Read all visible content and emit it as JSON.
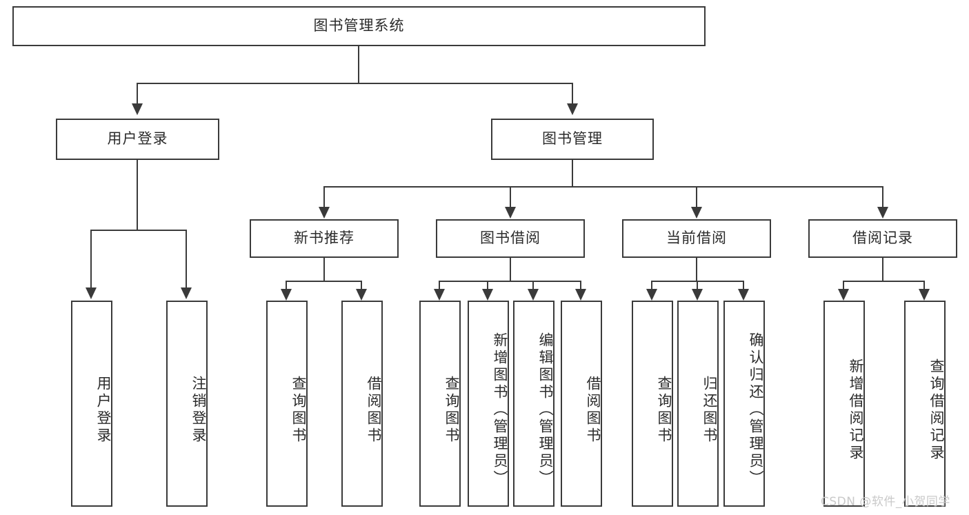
{
  "diagram": {
    "title": "图书管理系统",
    "type": "tree-hierarchy",
    "watermark": "CSDN @软件_小贺同学",
    "colors": {
      "stroke": "#3a3a3a",
      "fill": "#ffffff",
      "text": "#2b2b2b",
      "watermark": "#c9c9c9"
    },
    "nodes": {
      "root": {
        "label": "图书管理系统"
      },
      "level2": [
        {
          "label": "用户登录"
        },
        {
          "label": "图书管理"
        }
      ],
      "level3": [
        {
          "label": "新书推荐"
        },
        {
          "label": "图书借阅"
        },
        {
          "label": "当前借阅"
        },
        {
          "label": "借阅记录"
        }
      ],
      "leaves": {
        "user_login": [
          {
            "label": "用户登录"
          },
          {
            "label": "注销登录"
          }
        ],
        "new_book_recommend": [
          {
            "label": "查询图书"
          },
          {
            "label": "借阅图书"
          }
        ],
        "book_borrow": [
          {
            "label": "查询图书"
          },
          {
            "label": "新增图书（管理员）"
          },
          {
            "label": "编辑图书（管理员）"
          },
          {
            "label": "借阅图书"
          }
        ],
        "current_borrow": [
          {
            "label": "查询图书"
          },
          {
            "label": "归还图书"
          },
          {
            "label": "确认归还（管理员）"
          }
        ],
        "borrow_record": [
          {
            "label": "新增借阅记录"
          },
          {
            "label": "查询借阅记录"
          }
        ]
      }
    }
  }
}
